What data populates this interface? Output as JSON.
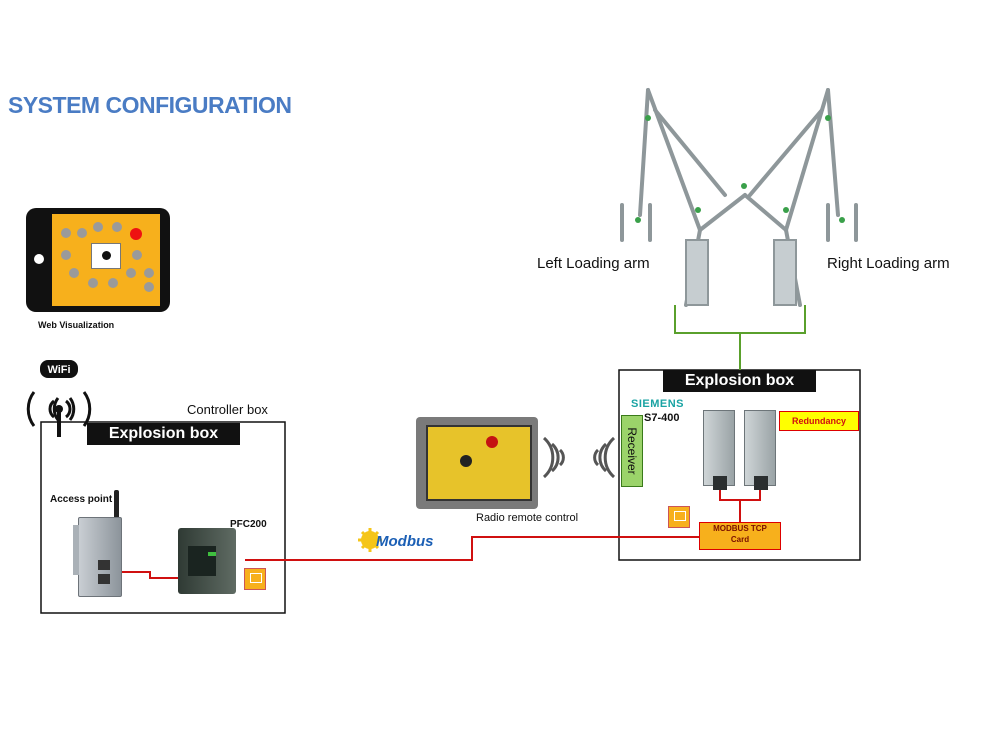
{
  "title": "SYSTEM CONFIGURATION",
  "web_visualization": {
    "label": "Web Visualization"
  },
  "wifi": {
    "label": "WiFi"
  },
  "controller_box": {
    "label": "Controller box",
    "explosion_label": "Explosion box",
    "access_point_label": "Access point",
    "pfc_label": "PFC200"
  },
  "modbus": {
    "label": "Modbus"
  },
  "remote": {
    "label": "Radio remote control"
  },
  "arms": {
    "left_label": "Left Loading arm",
    "right_label": "Right Loading arm"
  },
  "plc_box": {
    "explosion_label": "Explosion box",
    "receiver_label": "Receiver",
    "brand": "SIEMENS",
    "model": "S7-400",
    "redundancy_label": "Redundancy",
    "modbus_card_line1": "MODBUS TCP",
    "modbus_card_line2": "Card"
  },
  "colors": {
    "title": "#4a7cc4",
    "connection_red": "#d01010",
    "connection_green": "#5aa02c",
    "tablet_screen": "#f7b01c"
  },
  "icons": [
    "tablet-icon",
    "wifi-icon",
    "access-point-icon",
    "pfc200-controller-icon",
    "ethernet-icon",
    "modbus-logo-icon",
    "radio-remote-icon",
    "wireless-signal-icon",
    "plc-module-icon",
    "loading-arm-icon"
  ]
}
